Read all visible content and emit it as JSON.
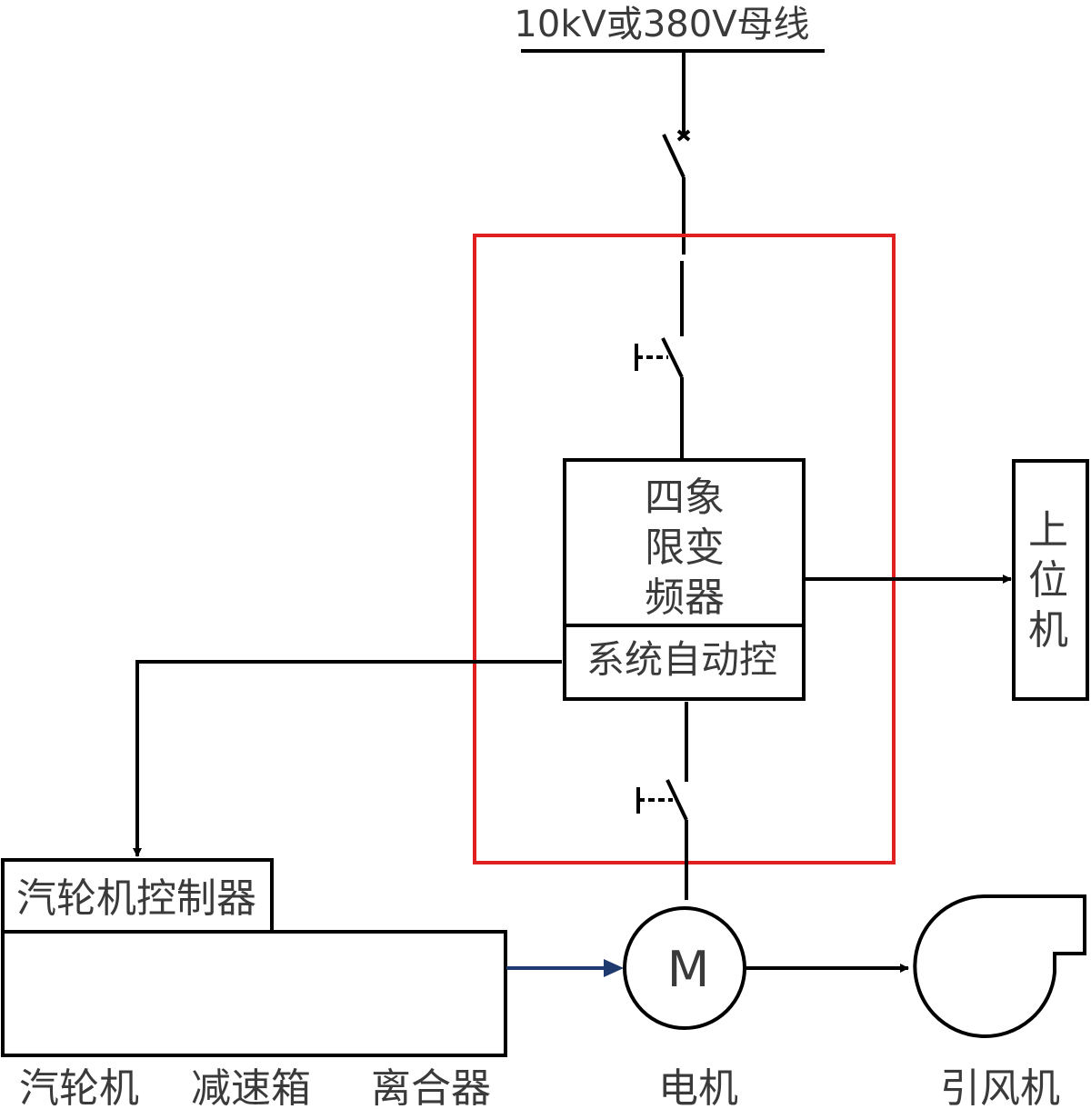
{
  "bus_label": "10kV或380V母线",
  "inverter": {
    "line1": "四象",
    "line2": "限变",
    "line3": "频器",
    "control": "系统自动控"
  },
  "host_computer": {
    "line1": "上",
    "line2": "位",
    "line3": "机"
  },
  "turbine_controller": "汽轮机控制器",
  "motor_symbol": "M",
  "bottom_labels": {
    "turbine": "汽轮机",
    "gearbox": "减速箱",
    "clutch": "离合器",
    "motor": "电机",
    "fan": "引风机"
  },
  "colors": {
    "line": "#000000",
    "frame": "#e02020",
    "shaft_arrow": "#1f3a6e",
    "text": "#3a3a3a"
  }
}
